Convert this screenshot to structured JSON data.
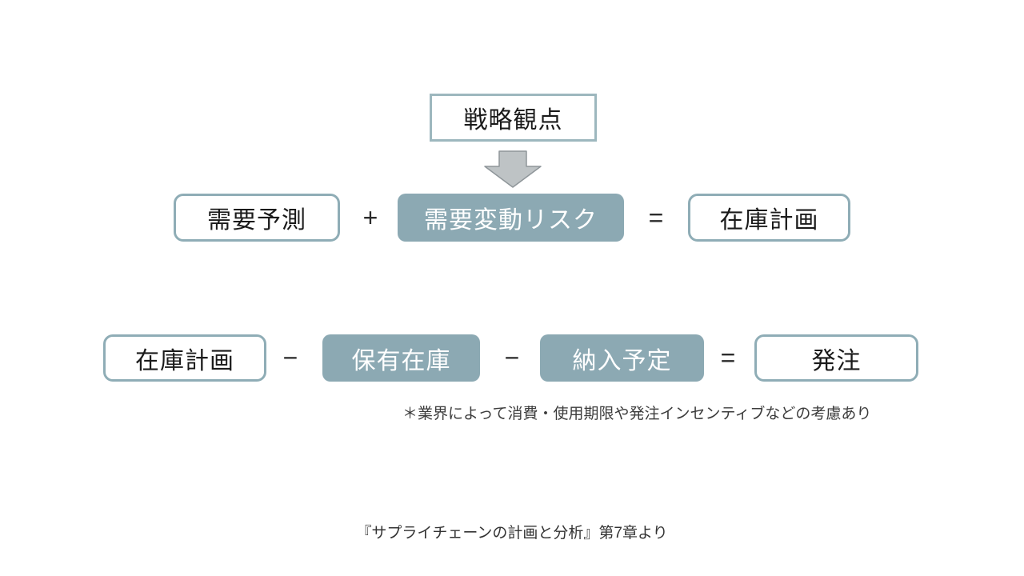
{
  "slide": {
    "top_box": {
      "label": "戦略観点"
    },
    "formula1": {
      "operand1": "需要予測",
      "operator1": "+",
      "operand2": "需要変動リスク",
      "operator2": "=",
      "result": "在庫計画"
    },
    "formula2": {
      "operand1": "在庫計画",
      "operator1": "−",
      "operand2": "保有在庫",
      "operator2": "−",
      "operand3": "納入予定",
      "operator3": "=",
      "result": "発注"
    },
    "note": "＊業界によって消費・使用期限や発注インセンティブなどの考慮あり",
    "footer": "『サプライチェーンの計画と分析』第7章より"
  },
  "icons": {
    "down_arrow": "down-arrow-icon"
  },
  "colors": {
    "background": "#ffffff",
    "highlight_fill": "#8CA9B3",
    "outline_border": "#8FADB6",
    "top_box_border": "#9DB7BE",
    "arrow_fill": "#BEC3C5",
    "arrow_border": "#8F969A",
    "text_primary": "#1a1a1a",
    "text_on_fill": "#ffffff",
    "note_text": "#3c3c3c"
  }
}
